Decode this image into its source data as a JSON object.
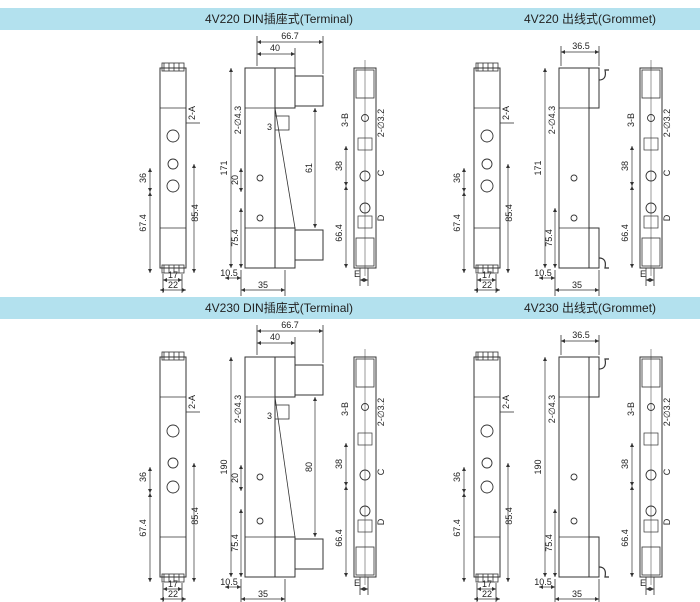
{
  "sections": [
    {
      "titles": [
        "4V220 DIN插座式(Terminal)",
        "4V220 出线式(Grommet)"
      ],
      "left": {
        "top_overall": "66.7",
        "top_inner": "40",
        "port_a": "2-A",
        "holes": "2-∅4.3",
        "height": "171",
        "mid": "20",
        "port3": "3",
        "coil": "61",
        "lower": "75.4",
        "pitch_v": "36",
        "overall_v": "67.4",
        "pitch_v2": "85.4",
        "w1": "17",
        "w2": "22",
        "base_off": "10.5",
        "base_w": "35",
        "port_b": "3-B",
        "holes_small": "2-∅3.2",
        "c": "C",
        "d": "D",
        "v38": "38",
        "v66": "66.4",
        "e": "E"
      },
      "right": {
        "top_overall": "36.5",
        "port_a": "2-A",
        "holes": "2-∅4.3",
        "height": "171",
        "lower": "75.4",
        "pitch_v": "36",
        "overall_v": "67.4",
        "pitch_v2": "85.4",
        "w1": "17",
        "w2": "22",
        "base_off": "10.5",
        "base_w": "35",
        "port_b": "3-B",
        "holes_small": "2-∅3.2",
        "c": "C",
        "d": "D",
        "v38": "38",
        "v66": "66.4",
        "e": "E"
      }
    },
    {
      "titles": [
        "4V230 DIN插座式(Terminal)",
        "4V230 出线式(Grommet)"
      ],
      "left": {
        "top_overall": "66.7",
        "top_inner": "40",
        "port_a": "2-A",
        "holes": "2-∅4.3",
        "height": "190",
        "mid": "20",
        "port3": "3",
        "coil": "80",
        "lower": "75.4",
        "pitch_v": "36",
        "overall_v": "67.4",
        "pitch_v2": "85.4",
        "w1": "17",
        "w2": "22",
        "base_off": "10.5",
        "base_w": "35",
        "port_b": "3-B",
        "holes_small": "2-∅3.2",
        "c": "C",
        "d": "D",
        "v38": "38",
        "v66": "66.4",
        "e": "E"
      },
      "right": {
        "top_overall": "36.5",
        "port_a": "2-A",
        "holes": "2-∅4.3",
        "height": "190",
        "lower": "75.4",
        "pitch_v": "36",
        "overall_v": "67.4",
        "pitch_v2": "85.4",
        "w1": "17",
        "w2": "22",
        "base_off": "10.5",
        "base_w": "35",
        "port_b": "3-B",
        "holes_small": "2-∅3.2",
        "c": "C",
        "d": "D",
        "v38": "38",
        "v66": "66.4",
        "e": "E"
      }
    }
  ],
  "colors": {
    "band": "#b3e1ee",
    "line": "#333333"
  }
}
